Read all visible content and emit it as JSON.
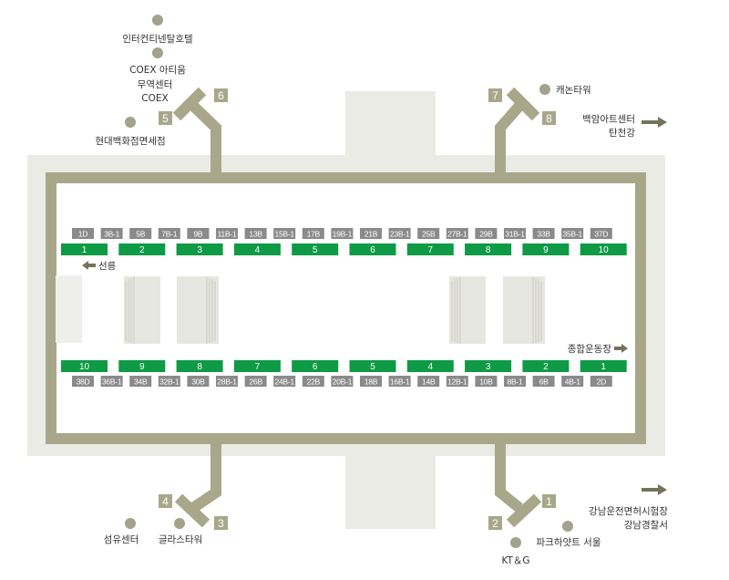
{
  "colors": {
    "plaza": "#eaebe5",
    "corridor": "#a8a78a",
    "platform_bg": "#ffffff",
    "gate_bar": "#0f9a45",
    "gray_label": "#8a8a8a",
    "dot": "#a3a28a",
    "text": "#333333",
    "arrow": "#74735a"
  },
  "top_row_labels": [
    "1D",
    "3B-1",
    "5B",
    "7B-1",
    "9B",
    "11B-1",
    "13B",
    "15B-1",
    "17B",
    "19B-1",
    "21B",
    "23B-1",
    "25B",
    "27B-1",
    "29B",
    "31B-1",
    "33B",
    "35B-1",
    "37D"
  ],
  "top_gates": [
    "1",
    "2",
    "3",
    "4",
    "5",
    "6",
    "7",
    "8",
    "9",
    "10"
  ],
  "bottom_gates": [
    "10",
    "9",
    "8",
    "7",
    "6",
    "5",
    "4",
    "3",
    "2",
    "1"
  ],
  "bottom_row_labels": [
    "38D",
    "36B-1",
    "34B",
    "32B-1",
    "30B",
    "28B-1",
    "26B",
    "24B-1",
    "22B",
    "20B-1",
    "18B",
    "16B-1",
    "14B",
    "12B-1",
    "10B",
    "8B-1",
    "6B",
    "4B-1",
    "2D"
  ],
  "direction_left": "선릉",
  "direction_right": "종합운동장",
  "exits": [
    "1",
    "2",
    "3",
    "4",
    "5",
    "6",
    "7",
    "8"
  ],
  "landmarks": {
    "intercontinental": "인터컨티넨탈호텔",
    "coex_atium": "COEX 아티움",
    "trade_center": "무역센터",
    "coex": "COEX",
    "hyundai_dfs": "현대백화점면세점",
    "canon_tower": "캐논타워",
    "baekam_art": "백암아트센터",
    "tancheon": "탄천강",
    "textile_center": "섬유센터",
    "glass_tower": "글라스타워",
    "ktg": "KT＆G",
    "park_hyatt": "파크하얏트 서울",
    "license_office": "강남운전면허시험장",
    "police": "강남경찰서"
  }
}
